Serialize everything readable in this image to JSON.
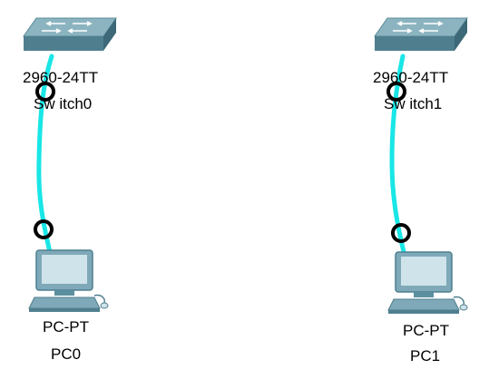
{
  "devices": [
    {
      "id": "switch0",
      "type": "switch",
      "model": "2960-24TT",
      "name": "Sw itch0",
      "icon": "switch-icon"
    },
    {
      "id": "switch1",
      "type": "switch",
      "model": "2960-24TT",
      "name": "Sw itch1",
      "icon": "switch-icon"
    },
    {
      "id": "pc0",
      "type": "pc",
      "model": "PC-PT",
      "name": "PC0",
      "icon": "pc-icon"
    },
    {
      "id": "pc1",
      "type": "pc",
      "model": "PC-PT",
      "name": "PC1",
      "icon": "pc-icon"
    }
  ],
  "links": [
    {
      "from": "switch0",
      "to": "pc0",
      "type": "copper-straight-through"
    },
    {
      "from": "switch1",
      "to": "pc1",
      "type": "copper-straight-through"
    }
  ],
  "colors": {
    "link": "#19e6e6",
    "port_indicator": "#000000",
    "switch_top": "#8bb4c0",
    "switch_side": "#4f7f8f",
    "pc_body": "#7fa9b8",
    "pc_screen": "#cfe3ea"
  }
}
